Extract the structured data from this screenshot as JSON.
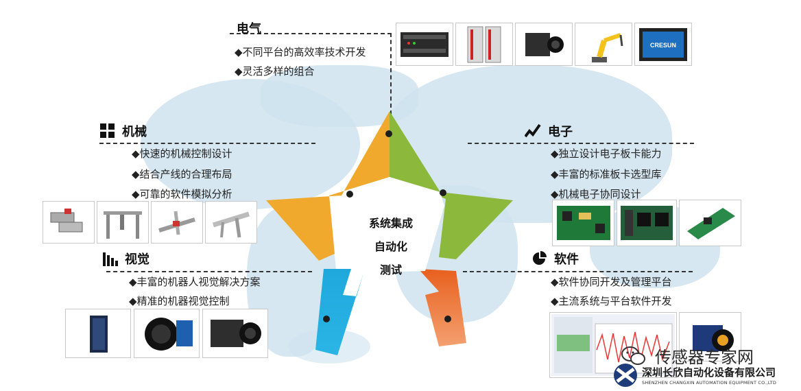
{
  "center": {
    "line1": "系统集成",
    "line2": "自动化",
    "line3": "测试"
  },
  "sections": {
    "electrical": {
      "title": "电气",
      "bullets": [
        "◆不同平台的高效率技术开发",
        "◆灵活多样的组合"
      ]
    },
    "mechanical": {
      "title": "机械",
      "bullets": [
        "◆快速的机械控制设计",
        "◆结合产线的合理布局",
        "◆可靠的软件模拟分析"
      ]
    },
    "electronics": {
      "title": "电子",
      "bullets": [
        "◆独立设计电子板卡能力",
        "◆丰富的标准板卡选型库",
        "◆机械电子协同设计"
      ]
    },
    "vision": {
      "title": "视觉",
      "bullets": [
        "◆丰富的机器人视觉解决方案",
        "◆精准的机器视觉控制"
      ]
    },
    "software": {
      "title": "软件",
      "bullets": [
        "◆软件协同开发及管理平台",
        "◆主流系统与平台软件开发"
      ]
    }
  },
  "panel_brand": "CRESUN",
  "watermark": "传感器专家网",
  "company": {
    "name_cn": "深圳长欣自动化设备有限公司",
    "name_en": "SHENZHEN CHANGXIN AUTOMATION EQUIPMENT CO.,LTD"
  },
  "colors": {
    "star_top_left": "#f0a92c",
    "star_top_right": "#8cb83c",
    "star_bottom_left": "#1ea8dc",
    "star_bottom_right": "#ec6a24",
    "map": "#cfe3ee"
  },
  "icons": [
    "grid-squares-icon",
    "wave-line-icon",
    "bar-chart-icon",
    "pie-chart-icon"
  ]
}
